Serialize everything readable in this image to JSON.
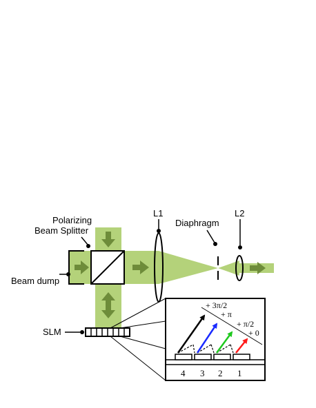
{
  "labels": {
    "pbs_line1": "Polarizing",
    "pbs_line2": "Beam Splitter",
    "beam_dump": "Beam dump",
    "l1": "L1",
    "diaphragm": "Diaphragm",
    "l2": "L2",
    "slm": "SLM"
  },
  "inset": {
    "phases": [
      "+ 3π/2",
      "+ π",
      "+ π/2",
      "+ 0"
    ],
    "pixels": [
      "4",
      "3",
      "2",
      "1"
    ],
    "arrow_colors": [
      "#000000",
      "#1a2bff",
      "#1ec81e",
      "#ff1a1a"
    ]
  },
  "colors": {
    "beam": "#b4d27a",
    "beam_edge": "#8fb14f",
    "arrow": "#6e8c3a"
  }
}
